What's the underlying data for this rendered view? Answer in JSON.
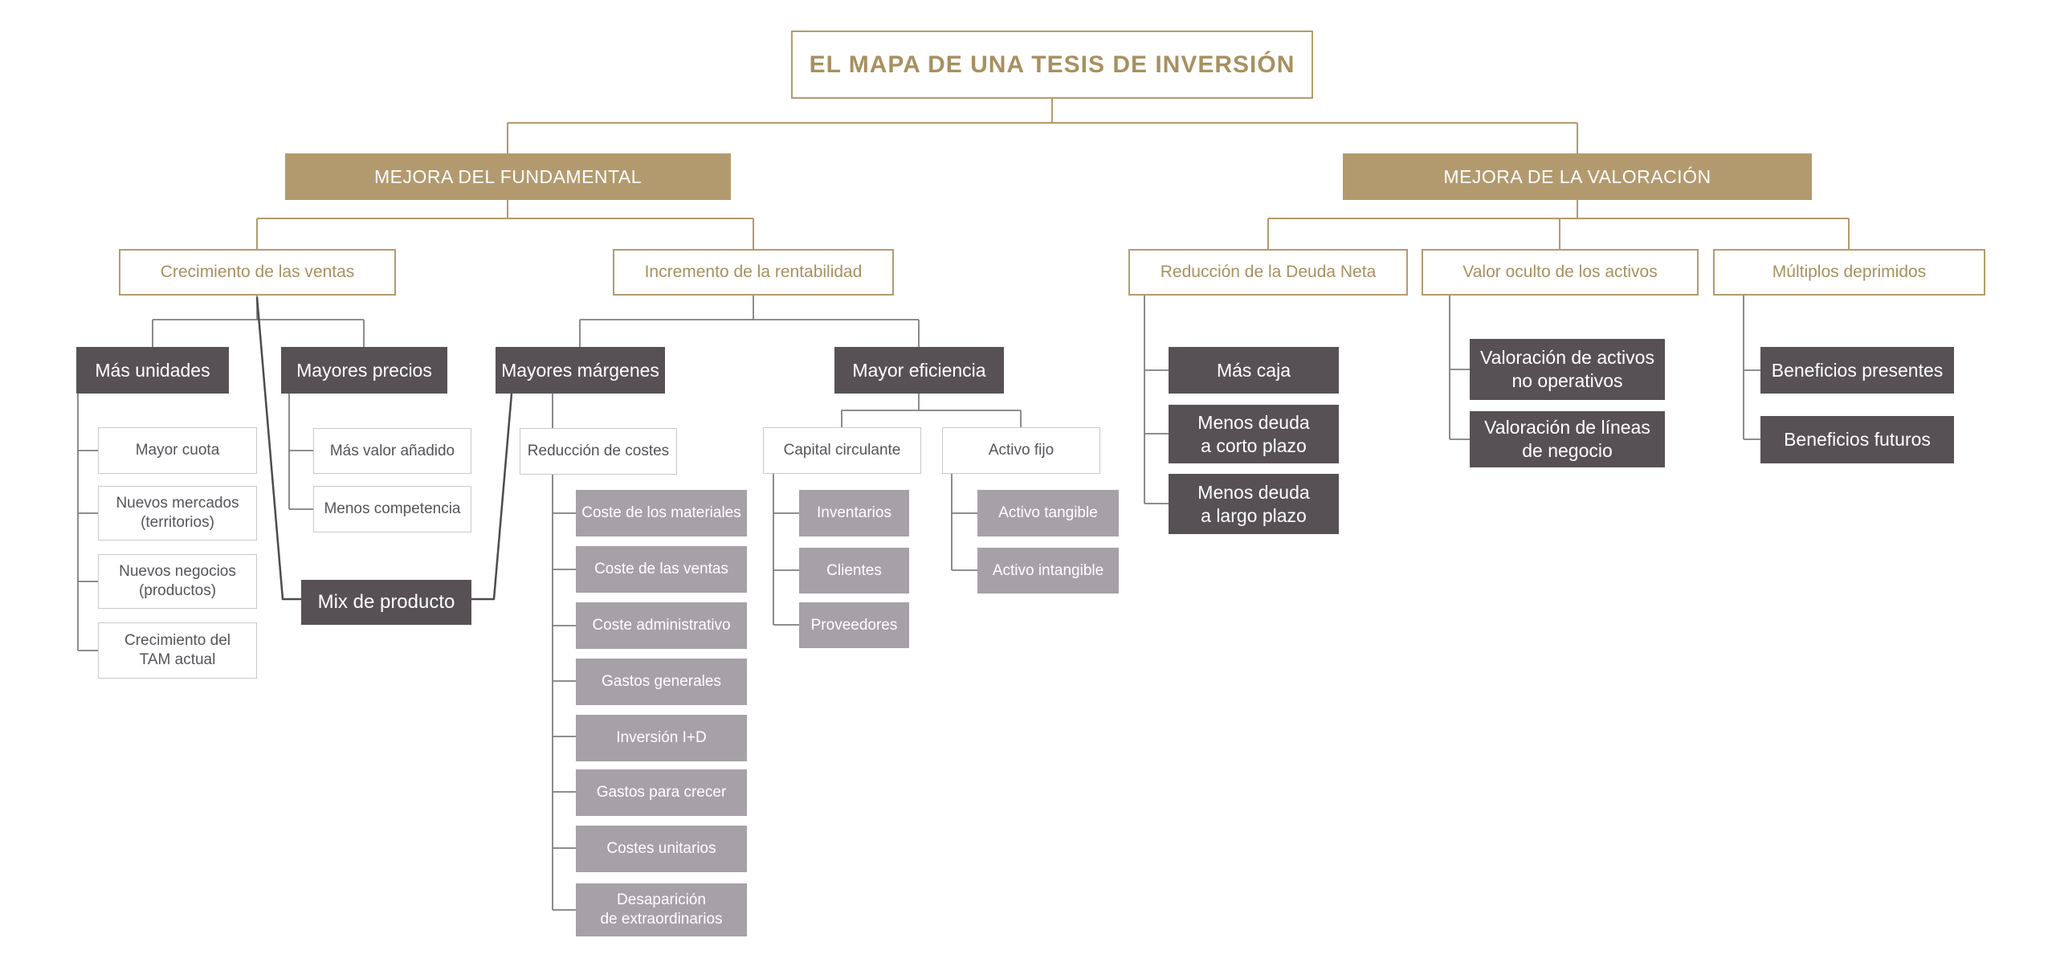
{
  "map": {
    "title": "EL MAPA DE UNA TESIS DE INVERSIÓN",
    "colors": {
      "accent_tan": "#b39a6e",
      "tan_text": "#a8905f",
      "dark_box": "#575156",
      "medium_gray_box": "#a6a1a7",
      "leaf_border": "#c9c9cb",
      "leaf_text": "#54555a",
      "connector_gray": "#7f7f83",
      "connector_dark": "#4b4b4d"
    },
    "fundamental": {
      "label": "MEJORA DEL FUNDAMENTAL",
      "crecimiento": {
        "label": "Crecimiento de las ventas",
        "mas_unidades": {
          "label": "Más unidades",
          "children": [
            "Mayor cuota",
            "Nuevos mercados\n(territorios)",
            "Nuevos negocios\n(productos)",
            "Crecimiento del\nTAM actual"
          ]
        },
        "mayores_precios": {
          "label": "Mayores precios",
          "children": [
            "Más valor añadido",
            "Menos competencia"
          ]
        },
        "mix_de_producto": {
          "label": "Mix de producto"
        }
      },
      "rentabilidad": {
        "label": "Incremento de la rentabilidad",
        "mayores_margenes": {
          "label": "Mayores márgenes",
          "reduccion_costes": {
            "label": "Reducción de costes",
            "children": [
              "Coste de los materiales",
              "Coste de las ventas",
              "Coste administrativo",
              "Gastos generales",
              "Inversión I+D",
              "Gastos para crecer",
              "Costes unitarios",
              "Desaparición\nde extraordinarios"
            ]
          }
        },
        "mayor_eficiencia": {
          "label": "Mayor eficiencia",
          "capital_circulante": {
            "label": "Capital circulante",
            "children": [
              "Inventarios",
              "Clientes",
              "Proveedores"
            ]
          },
          "activo_fijo": {
            "label": "Activo fijo",
            "children": [
              "Activo tangible",
              "Activo intangible"
            ]
          }
        }
      }
    },
    "valoracion": {
      "label": "MEJORA DE LA VALORACIÓN",
      "deuda_neta": {
        "label": "Reducción de la Deuda Neta",
        "children": [
          "Más caja",
          "Menos deuda\na corto plazo",
          "Menos deuda\na largo plazo"
        ]
      },
      "valor_oculto": {
        "label": "Valor oculto de los activos",
        "children": [
          "Valoración de activos\nno operativos",
          "Valoración de líneas\nde negocio"
        ]
      },
      "multiplos": {
        "label": "Múltiplos deprimidos",
        "children": [
          "Beneficios presentes",
          "Beneficios futuros"
        ]
      }
    }
  }
}
